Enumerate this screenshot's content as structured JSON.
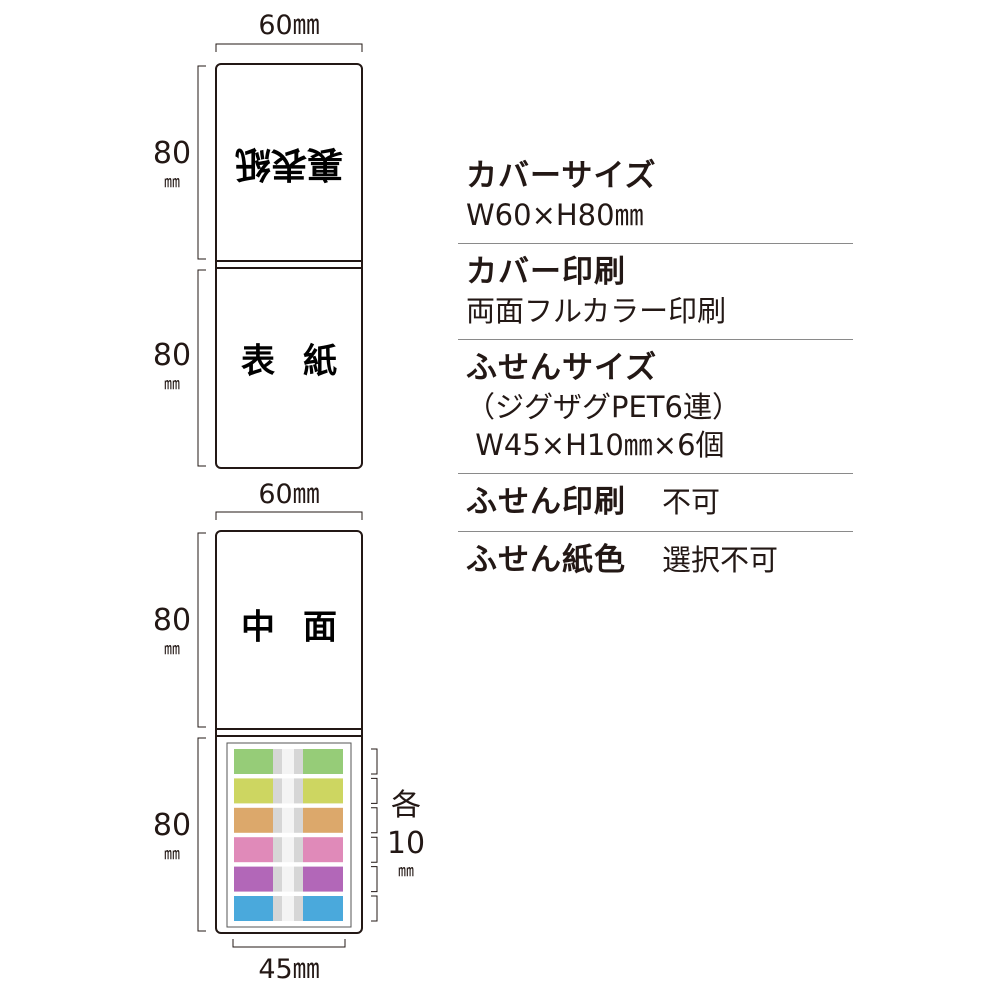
{
  "dimensions": {
    "cover_width": "60㎜",
    "cover_height_1": "80",
    "cover_height_1_unit": "㎜",
    "cover_height_2": "80",
    "cover_height_2_unit": "㎜",
    "inner_width": "60㎜",
    "inner_height_1": "80",
    "inner_height_1_unit": "㎜",
    "inner_height_2": "80",
    "inner_height_2_unit": "㎜",
    "sticky_width": "45㎜",
    "each_label": "各",
    "each_value": "10",
    "each_unit": "㎜"
  },
  "panels": {
    "back_cover": "裏表紙",
    "front_cover_left": "表",
    "front_cover_right": "紙",
    "inner_left": "中",
    "inner_right": "面"
  },
  "sticky_colors": [
    "#96cc78",
    "#cdd661",
    "#dca86b",
    "#e08ab9",
    "#b267b8",
    "#4aa9dc"
  ],
  "specs": [
    {
      "title": "カバーサイズ",
      "lines": [
        "W60×H80㎜"
      ]
    },
    {
      "title": "カバー印刷",
      "lines": [
        "両面フルカラー印刷"
      ]
    },
    {
      "title": "ふせんサイズ",
      "lines": [
        "（ジグザグPET6連）",
        " W45×H10㎜×6個"
      ]
    }
  ],
  "specs_inline": [
    {
      "title": "ふせん印刷",
      "value": "不可"
    },
    {
      "title": "ふせん紙色",
      "value": "選択不可"
    }
  ]
}
